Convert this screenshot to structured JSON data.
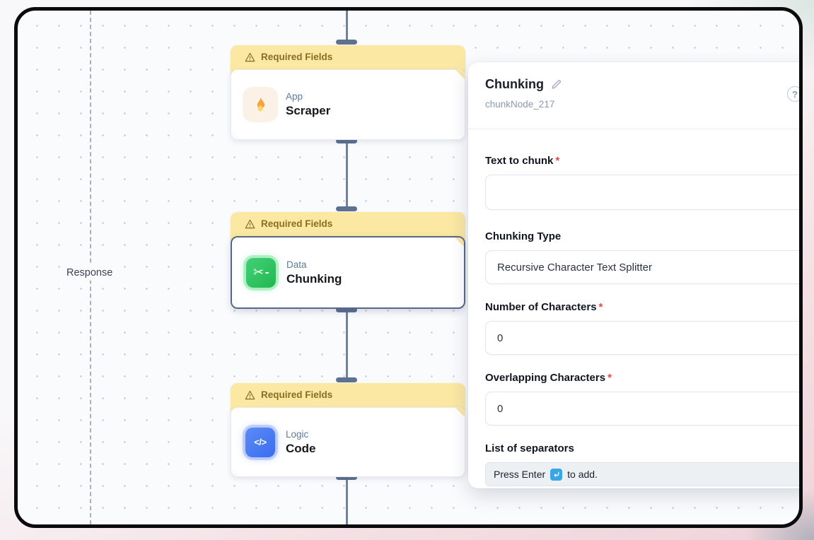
{
  "canvas": {
    "response_label": "Response",
    "nodes": [
      {
        "banner": "Required Fields",
        "category": "App",
        "title": "Scraper",
        "icon": "flame-icon",
        "selected": false
      },
      {
        "banner": "Required Fields",
        "category": "Data",
        "title": "Chunking",
        "icon": "scissors-icon",
        "selected": true
      },
      {
        "banner": "Required Fields",
        "category": "Logic",
        "title": "Code",
        "icon": "code-icon",
        "selected": false
      }
    ]
  },
  "panel": {
    "title": "Chunking",
    "node_id": "chunkNode_217",
    "help_glyph": "?",
    "asterisk": "*",
    "fields": [
      {
        "label": "Text to chunk",
        "required": true,
        "value": "",
        "type": "textarea"
      },
      {
        "label": "Chunking Type",
        "required": false,
        "value": "Recursive Character Text Splitter",
        "type": "select"
      },
      {
        "label": "Number of Characters",
        "required": true,
        "value": "0",
        "type": "input"
      },
      {
        "label": "Overlapping Characters",
        "required": true,
        "value": "0",
        "type": "input"
      },
      {
        "label": "List of separators",
        "required": false,
        "type": "tag-input",
        "hint_prefix": "Press Enter",
        "hint_suffix": "to add."
      }
    ]
  },
  "icons": {
    "code_glyph": "</>",
    "scissors_glyph": "✂"
  },
  "colors": {
    "banner_bg": "#FBE8A3",
    "banner_text": "#8A6D22",
    "selected_border": "#56688A",
    "handle": "#5D7190",
    "edge": "#6D83A0",
    "required": "#EF4444",
    "green_icon": "#22B84F",
    "blue_icon": "#3A6CF0",
    "flame": "#F59E0B",
    "enter_key_blue": "#39A4E6"
  }
}
